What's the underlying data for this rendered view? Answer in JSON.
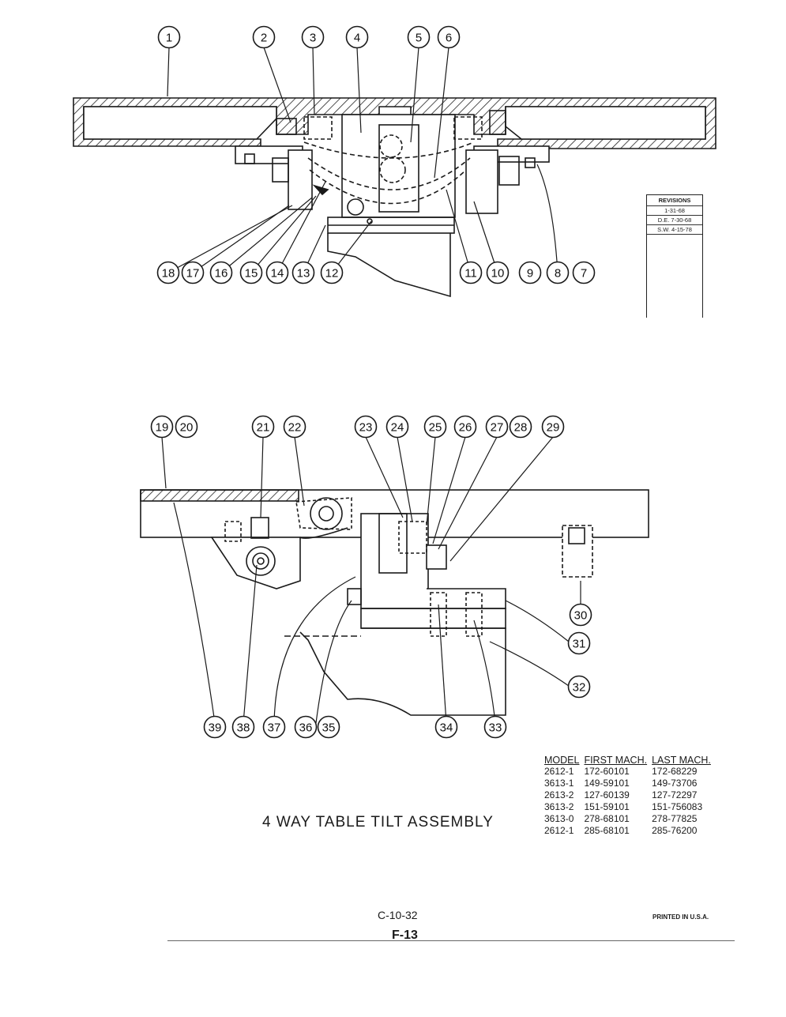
{
  "callouts_top": [
    "1",
    "2",
    "3",
    "4",
    "5",
    "6",
    "18",
    "17",
    "16",
    "15",
    "14",
    "13",
    "12",
    "11",
    "10",
    "9",
    "8",
    "7"
  ],
  "callouts_bottom": [
    "19",
    "20",
    "21",
    "22",
    "23",
    "24",
    "25",
    "26",
    "27",
    "28",
    "29",
    "30",
    "31",
    "32",
    "39",
    "38",
    "37",
    "36",
    "35",
    "34",
    "33"
  ],
  "revisions": {
    "header": "REVISIONS",
    "rows": [
      "1-31-68",
      "D.E. 7-30-68",
      "S.W. 4-15-78"
    ]
  },
  "title": "4 WAY TABLE TILT ASSEMBLY",
  "model_table": {
    "headers": [
      "MODEL",
      "FIRST MACH.",
      "LAST MACH."
    ],
    "rows": [
      [
        "2612-1",
        "172-60101",
        "172-68229"
      ],
      [
        "3613-1",
        "149-59101",
        "149-73706"
      ],
      [
        "2613-2",
        "127-60139",
        "127-72297"
      ],
      [
        "3613-2",
        "151-59101",
        "151-756083"
      ],
      [
        "3613-0",
        "278-68101",
        "278-77825"
      ],
      [
        "2612-1",
        "285-68101",
        "285-76200"
      ]
    ]
  },
  "doc_code": "C-10-32",
  "page_number": "F-13",
  "printed": "PRINTED IN U.S.A."
}
